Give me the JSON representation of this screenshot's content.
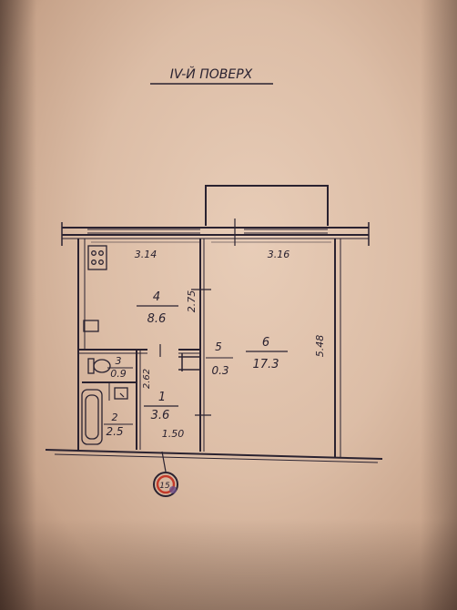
{
  "title": "IV-Й ПОВЕРХ",
  "colors": {
    "ink": "#2a2230",
    "paper": "#e3c6b0",
    "stamp_red": "#c23a2a"
  },
  "rooms": [
    {
      "number": "1",
      "area": "3.6"
    },
    {
      "number": "2",
      "area": "2.5"
    },
    {
      "number": "3",
      "area": "0.9"
    },
    {
      "number": "4",
      "area": "8.6"
    },
    {
      "number": "5",
      "area": "0.3"
    },
    {
      "number": "6",
      "area": "17.3"
    }
  ],
  "dimensions": {
    "kitchen_width": "3.14",
    "room_width": "3.16",
    "kitchen_depth": "2.75",
    "room_depth": "5.48",
    "bath_depth": "2.62",
    "hall_width": "1.50"
  },
  "stamp": {
    "label": "15"
  }
}
